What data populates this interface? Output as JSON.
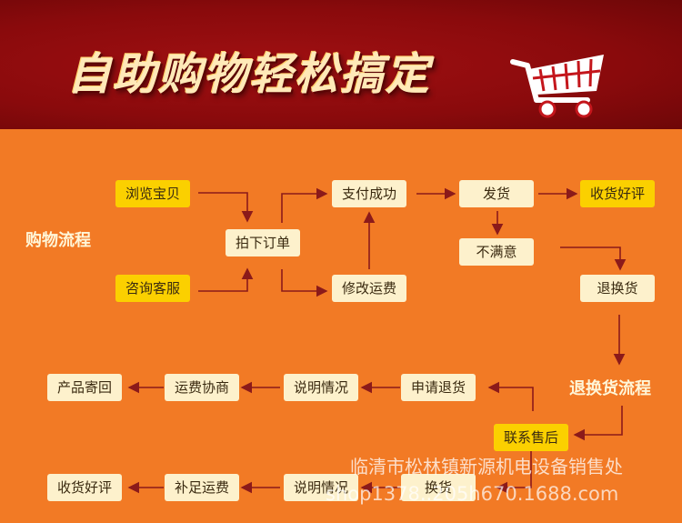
{
  "header": {
    "title": "自助购物轻松搞定"
  },
  "section_labels": {
    "shopping": "购物流程",
    "returns": "退换货流程"
  },
  "steps": {
    "browse": "浏览宝贝",
    "consult": "咨询客服",
    "order": "拍下订单",
    "paid": "支付成功",
    "modify_shipping": "修改运费",
    "ship": "发货",
    "receive_review": "收货好评",
    "unsatisfied": "不满意",
    "return_exchange": "退换货",
    "contact_service": "联系售后",
    "apply_refund": "申请退货",
    "explain_1": "说明情况",
    "negotiate_shipping": "运费协商",
    "send_back": "产品寄回",
    "exchange": "换货",
    "explain_2": "说明情况",
    "add_shipping": "补足运费",
    "receive_review_2": "收货好评"
  },
  "watermark": {
    "company": "临清市松林镇新源机电设备销售处",
    "url": "shop1378..205h670.1688.com"
  },
  "colors": {
    "banner": "#8a0a0c",
    "background": "#f27a25",
    "box_cream": "#fdf1cc",
    "box_yellow": "#fbd000",
    "arrow": "#8b1a1a"
  }
}
